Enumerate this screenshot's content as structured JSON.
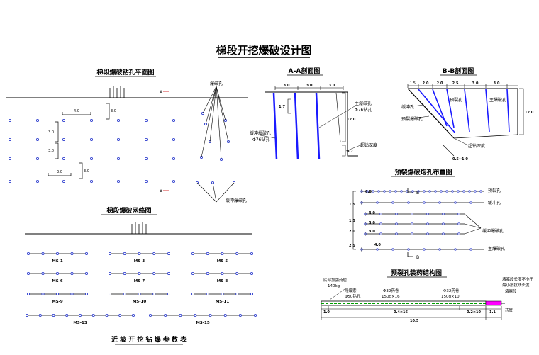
{
  "title": "梯段开挖爆破设计图",
  "footer_title": "近 坡 开 挖 钻 爆 参 数 表",
  "plan": {
    "title": "梯段爆破钻孔平面图",
    "dims": {
      "d40": "4.0",
      "d30a": "3.0",
      "d30b": "3.0",
      "d30c": "3.0",
      "d30d": "3.0",
      "d30e": "3.0"
    },
    "section_mark": "A",
    "label_main_hole": "爆破孔",
    "label_buffer_hole": "缓冲爆破孔"
  },
  "network": {
    "title": "梯段爆破网络图",
    "labels": [
      "MS-1",
      "MS-3",
      "MS-5",
      "MS-6",
      "MS-7",
      "MS-8",
      "MS-9",
      "MS-10",
      "MS-11",
      "MS-13",
      "MS-15"
    ]
  },
  "section_aa": {
    "title": "A-A剖面图",
    "dims": [
      "3.0",
      "3.0",
      "3.0",
      "1.7",
      "12.0",
      "0.7"
    ],
    "labels": {
      "main_hole": "主爆破孔",
      "main_hole_dia": "Φ76钻孔",
      "buffer_hole": "缓冲爆破孔",
      "buffer_hole_dia": "Φ76钻孔",
      "rock_depth": "超钻深度"
    }
  },
  "section_bb": {
    "title": "B-B剖面图",
    "dims": [
      "1.5",
      "2.0",
      "2.0",
      "2.5",
      "3.0",
      "3.0",
      "12.0",
      "0.5~1.0"
    ],
    "labels": {
      "buffer": "缓冲孔",
      "presplit": "预裂孔",
      "presplit2": "预裂爆破孔",
      "main": "主爆破孔",
      "overdrill": "超钻深度"
    }
  },
  "presplit_layout": {
    "title": "预裂爆破炮孔布置图",
    "dims": [
      "0.8",
      "1.5",
      "3.0",
      "1.5",
      "3.0",
      "2.0",
      "3.0",
      "2.5",
      "4.0"
    ],
    "section_mark": "B",
    "labels": {
      "presplit": "预裂孔",
      "buffer": "缓冲孔",
      "buffer_blast": "缓冲爆破孔",
      "main_blast": "主爆破孔"
    }
  },
  "charge_structure": {
    "title": "预裂孔装药结构图",
    "labels": {
      "det_cord": "底部加强药包",
      "det_cord2": "140kg",
      "cord_left": "导爆索",
      "dia_left": "Φ50钻孔",
      "charge1": "Φ32药卷",
      "charge1b": "150g×16",
      "charge2": "Φ32药卷",
      "charge2b": "150g×10",
      "stem_note1": "堵塞段长度不小于",
      "stem_note2": "最小抵抗线长度",
      "stemming": "堵塞段",
      "joint": "药管"
    },
    "dims": [
      "1.0",
      "0.4×16",
      "0.2×10",
      "1.1",
      "10.5"
    ]
  }
}
